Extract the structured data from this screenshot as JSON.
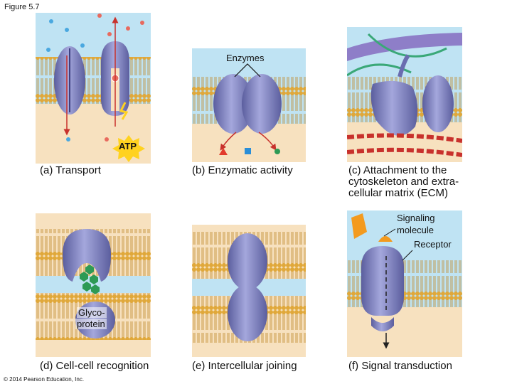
{
  "figure_label": "Figure 5.7",
  "panels": {
    "a": {
      "caption": "(a) Transport",
      "atp": "ATP"
    },
    "b": {
      "caption": "(b) Enzymatic activity",
      "enzymes": "Enzymes"
    },
    "c": {
      "caption_l1": "(c) Attachment to the",
      "caption_l2": "cytoskeleton and extra-",
      "caption_l3": "cellular matrix (ECM)"
    },
    "d": {
      "caption": "(d) Cell-cell recognition",
      "glyco_l1": "Glyco-",
      "glyco_l2": "protein"
    },
    "e": {
      "caption": "(e) Intercellular joining"
    },
    "f": {
      "caption": "(f) Signal transduction",
      "signal_l1": "Signaling",
      "signal_l2": "molecule",
      "receptor": "Receptor"
    }
  },
  "colors": {
    "extracellular": "#bfe3f3",
    "cytoplasm": "#f7e1bf",
    "lipid_head": "#e0a83a",
    "protein": "#7c7fc0",
    "atp_burst": "#ffd21f",
    "ecm_fiber": "#3aa878",
    "signal_molecule": "#f39a1e",
    "glyco_sugar": "#2d9a55"
  },
  "copyright": "© 2014 Pearson Education, Inc."
}
